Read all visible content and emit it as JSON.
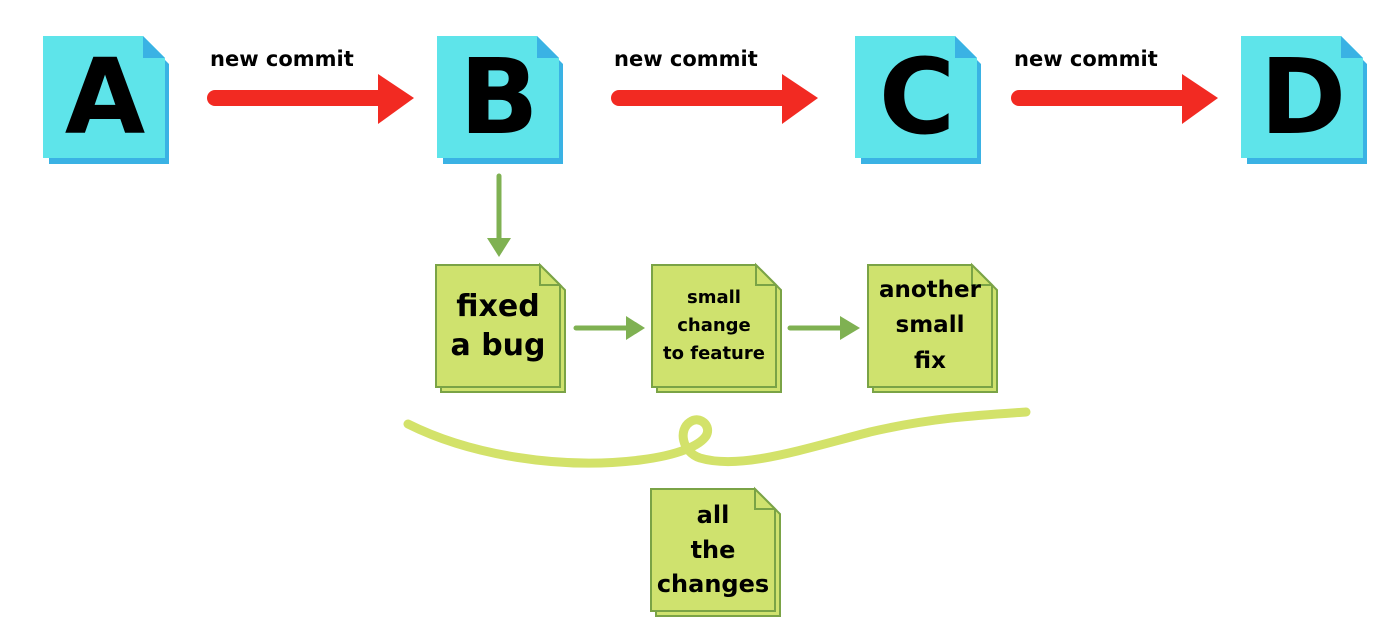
{
  "commits": [
    {
      "id": "commit-a",
      "label": "A"
    },
    {
      "id": "commit-b",
      "label": "B"
    },
    {
      "id": "commit-c",
      "label": "C"
    },
    {
      "id": "commit-d",
      "label": "D"
    }
  ],
  "main_edges": [
    {
      "label": "new commit"
    },
    {
      "label": "new commit"
    },
    {
      "label": "new commit"
    }
  ],
  "changes": [
    {
      "id": "change-fixed-bug",
      "lines": [
        "fixed",
        "a bug"
      ]
    },
    {
      "id": "change-small-change",
      "lines": [
        "small",
        "change",
        "to feature"
      ]
    },
    {
      "id": "change-another-fix",
      "lines": [
        "another",
        "small",
        "fix"
      ]
    }
  ],
  "squashed": {
    "id": "squashed-changes",
    "lines": [
      "all",
      "the",
      "changes"
    ]
  },
  "colors": {
    "commit_fill": "#5ee4ea",
    "commit_shadow": "#3ab2e4",
    "change_fill": "#cfe26e",
    "change_shadow": "#7aa346",
    "main_arrow": "#f22a22",
    "branch_arrow": "#7fb152",
    "squash_curve": "#d3e26a"
  }
}
